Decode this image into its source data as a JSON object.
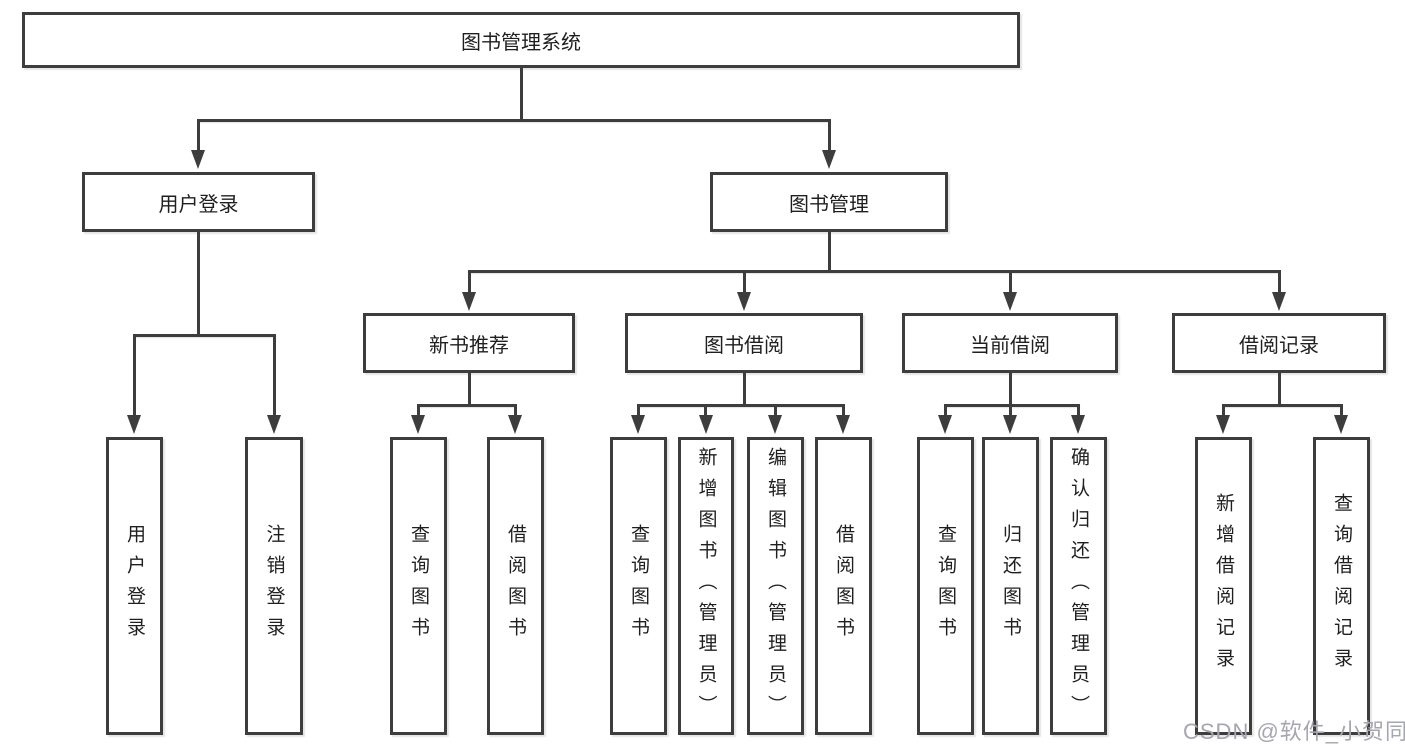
{
  "diagram": {
    "root": {
      "label": "图书管理系统",
      "children": [
        {
          "label": "用户登录",
          "children": [
            {
              "label": "用户登录"
            },
            {
              "label": "注销登录"
            }
          ]
        },
        {
          "label": "图书管理",
          "children": [
            {
              "label": "新书推荐",
              "children": [
                {
                  "label": "查询图书"
                },
                {
                  "label": "借阅图书"
                }
              ]
            },
            {
              "label": "图书借阅",
              "children": [
                {
                  "label": "查询图书"
                },
                {
                  "label": "新增图书（管理员）"
                },
                {
                  "label": "编辑图书（管理员）"
                },
                {
                  "label": "借阅图书"
                }
              ]
            },
            {
              "label": "当前借阅",
              "children": [
                {
                  "label": "查询图书"
                },
                {
                  "label": "归还图书"
                },
                {
                  "label": "确认归还（管理员）"
                }
              ]
            },
            {
              "label": "借阅记录",
              "children": [
                {
                  "label": "新增借阅记录"
                },
                {
                  "label": "查询借阅记录"
                }
              ]
            }
          ]
        }
      ]
    }
  },
  "watermark": "CSDN @软件_小贺同学",
  "colors": {
    "line": "#3d3d3d",
    "box_border": "#3d3d3d",
    "text": "#1f1f1f",
    "watermark": "#a6a6b0",
    "background": "#ffffff"
  }
}
